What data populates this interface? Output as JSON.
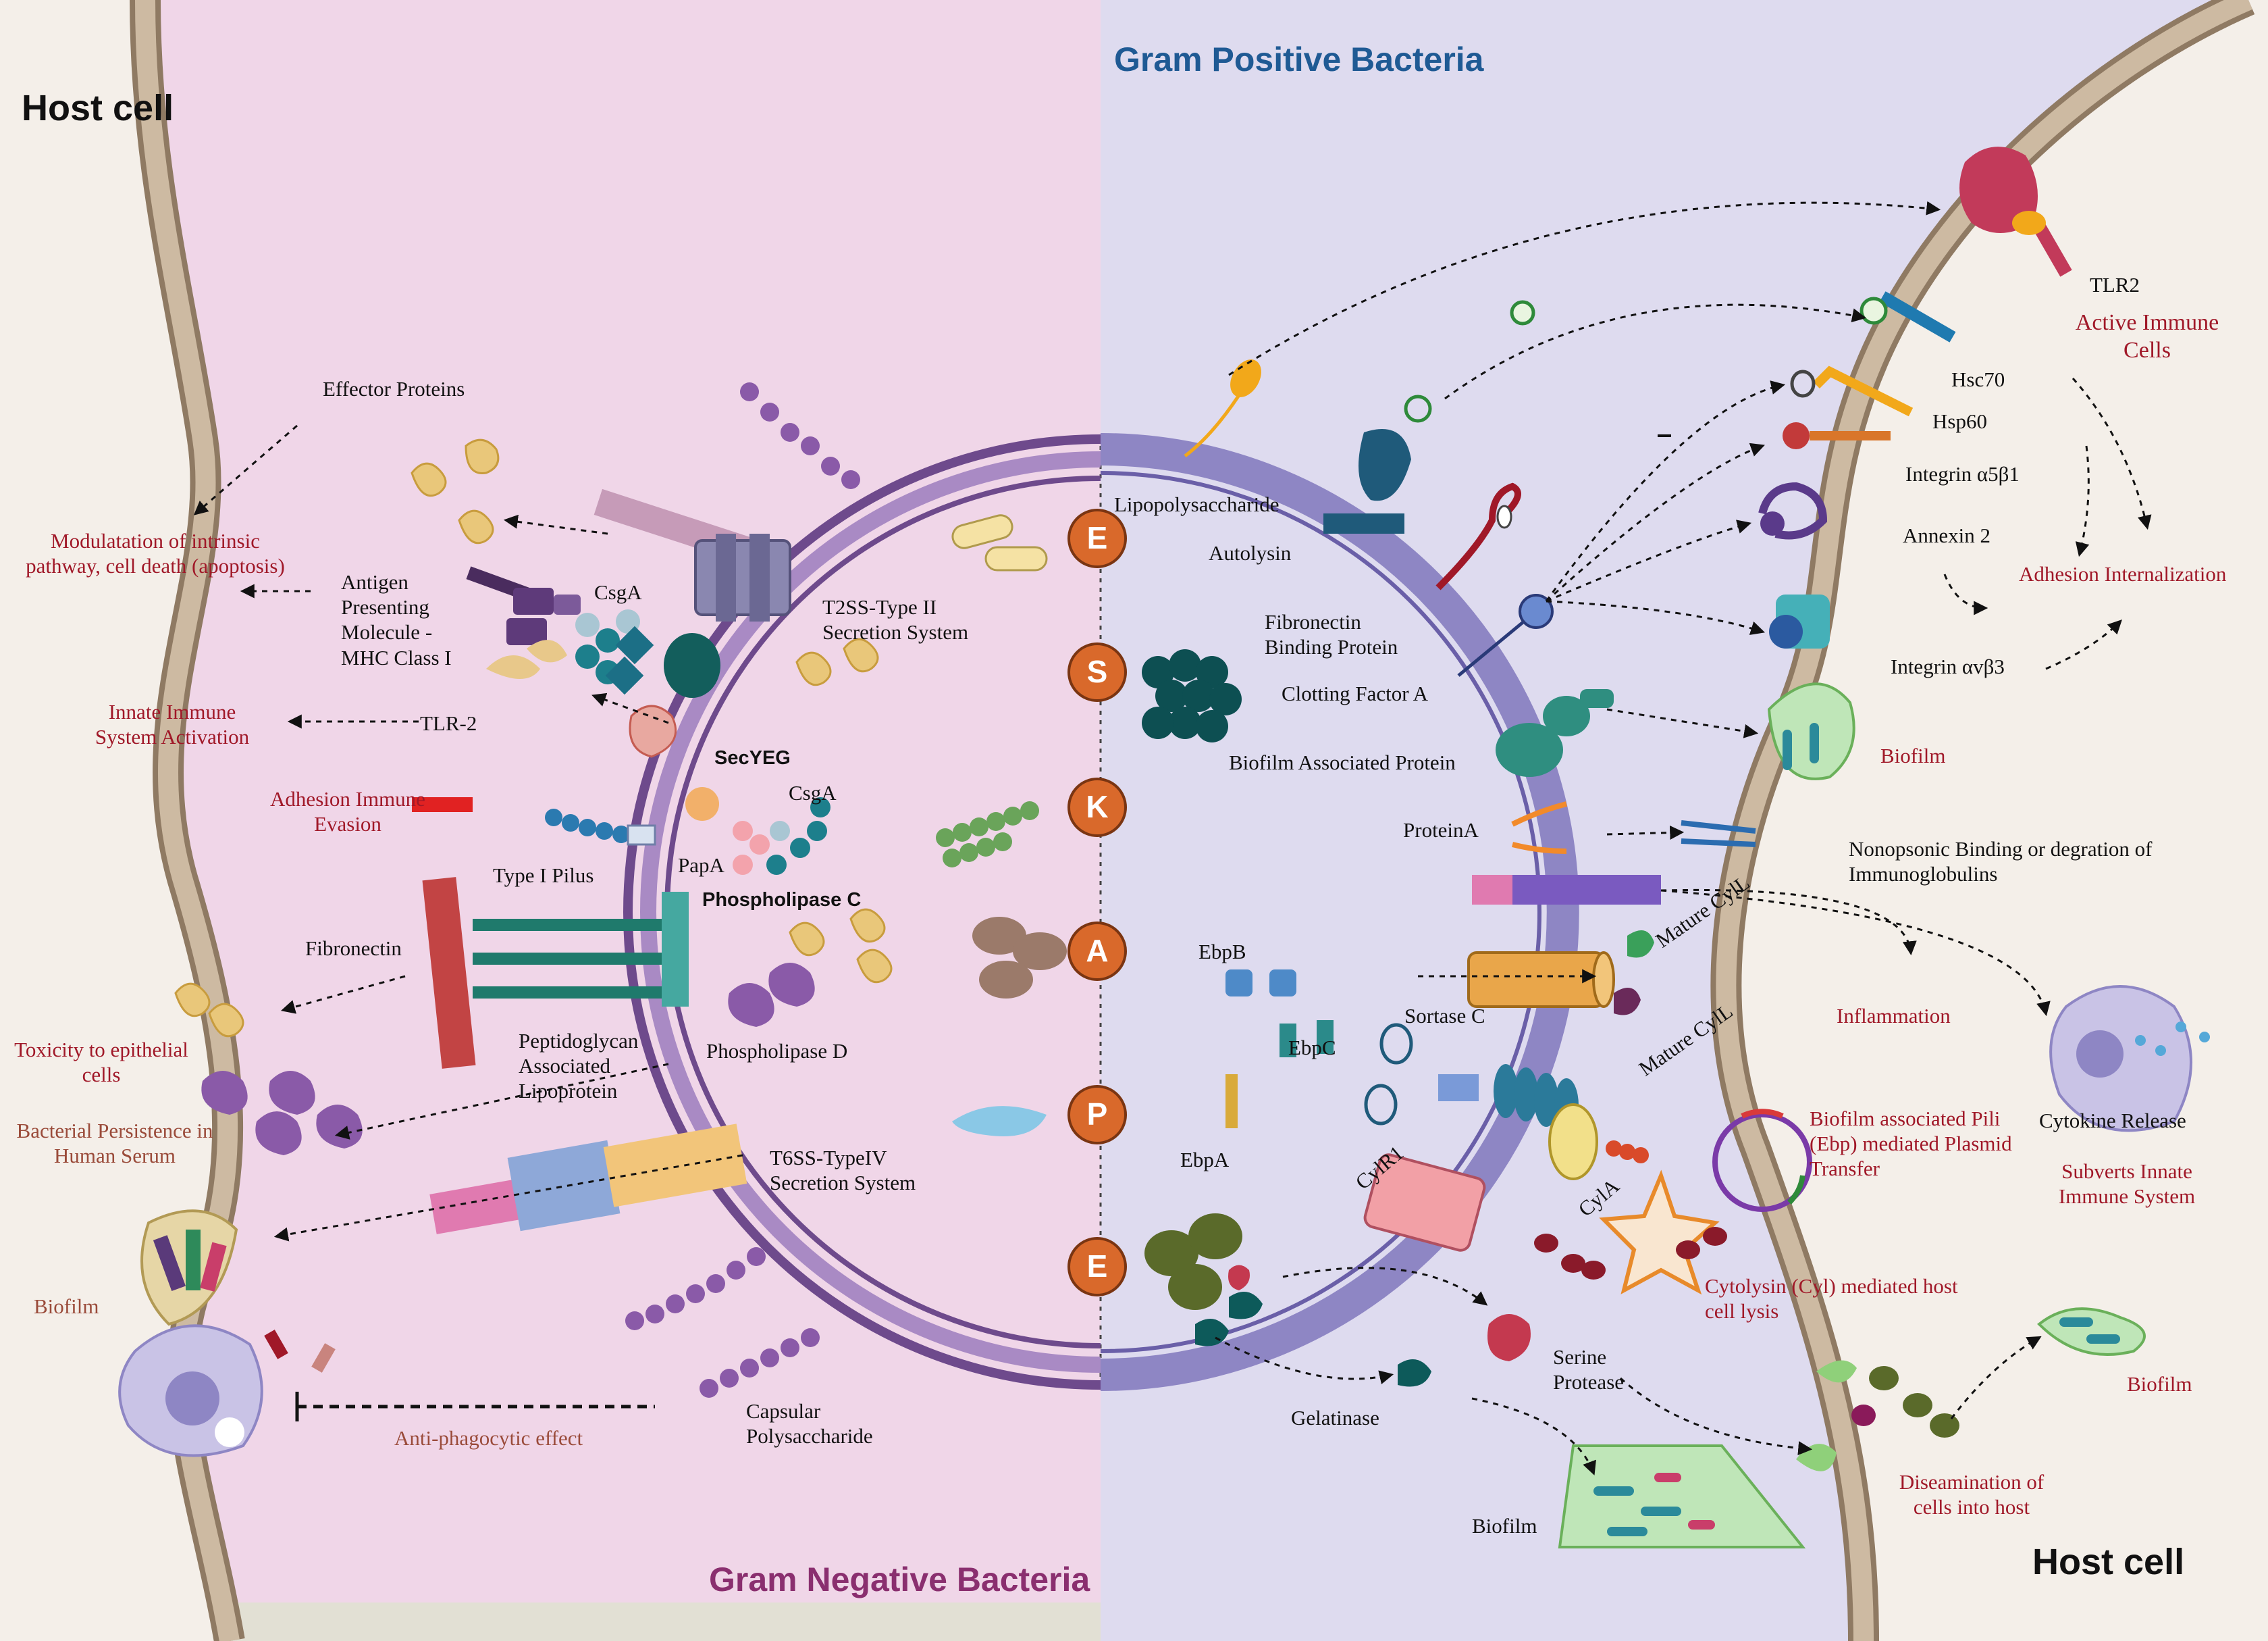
{
  "titles": {
    "host_left": "Host cell",
    "host_right": "Host cell",
    "gram_positive": "Gram Positive Bacteria",
    "gram_negative": "Gram Negative Bacteria"
  },
  "eskape": [
    "E",
    "S",
    "K",
    "A",
    "P",
    "E"
  ],
  "left_labels": {
    "effector_proteins": "Effector Proteins",
    "modulation": "Modulatation of  intrinsic pathway, cell death (apoptosis)",
    "antigen_mhc": "Antigen Presenting Molecule - MHC Class I",
    "csga_top": "CsgA",
    "t2ss": "T2SS-Type II Secretion System",
    "innate": "Innate Immune System Activation",
    "tlr2": "TLR-2",
    "secyeg": "SecYEG",
    "adhesion_evasion": "Adhesion Immune Evasion",
    "csga_mid": "CsgA",
    "papa": "PapA",
    "type1_pilus": "Type I Pilus",
    "phospholipase_c": "Phospholipase C",
    "fibronectin": "Fibronectin",
    "toxicity": "Toxicity to epithelial cells",
    "pal": "Peptidoglycan Associated Lipoprotein",
    "phospholipase_d": "Phospholipase D",
    "persistence": "Bacterial Persistence in Human Serum",
    "t6ss": "T6SS-TypeIV Secretion System",
    "biofilm": "Biofilm",
    "antiphago": "Anti-phagocytic effect",
    "capsular": "Capsular Polysaccharide"
  },
  "right_labels": {
    "tlr2": "TLR2",
    "active_immune": "Active Immune Cells",
    "hsc70": "Hsc70",
    "hsp60": "Hsp60",
    "lps": "Lipopolysaccharide",
    "autolysin": "Autolysin",
    "integrin_a5b1": "Integrin α5β1",
    "annexin2": "Annexin 2",
    "adhesion_int": "Adhesion Internalization",
    "fnbp": "Fibronectin Binding Protein",
    "integrin_avb3": "Integrin αvβ3",
    "clotting": "Clotting Factor A",
    "biofilm_top": "Biofilm",
    "bap": "Biofilm Associated Protein",
    "proteina": "ProteinA",
    "nonopsonic": "Nonopsonic Binding or degration of Immunoglobulins",
    "ebpb": "EbpB",
    "mature_cyll_l": "Mature CylL",
    "inflammation": "Inflammation",
    "sortase_c": "Sortase C",
    "mature_cyll_s": "Mature CylL",
    "ebpc": "EbpC",
    "biofilm_pili": "Biofilm associated Pili (Ebp) mediated Plasmid Transfer",
    "cytokine": "Cytokine Release",
    "ebpa": "EbpA",
    "cylr1": "CylR1",
    "cyla": "CylA",
    "subverts": "Subverts Innate Immune System",
    "cytolysin": "Cytolysin (Cyl) mediated host cell lysis",
    "serine_protease": "Serine Protease",
    "gelatinase": "Gelatinase",
    "biofilm_right": "Biofilm",
    "dissemination": "Diseamination of cells into host",
    "biofilm_bottom": "Biofilm"
  },
  "colors": {
    "gram_negative_bg": "#f0d6e8",
    "gram_positive_bg": "#dedbef",
    "host_bg": "#f4efe9",
    "membrane_tan": "#c8b59e",
    "membrane_brown": "#8f7a63",
    "circle_purple": "#6e4a8c",
    "circle_lavender": "#8e86c4",
    "eskape_orange": "#d9692b",
    "label_red": "#a01828",
    "title_blue": "#1f5a94",
    "title_magenta": "#8a2f6f"
  }
}
